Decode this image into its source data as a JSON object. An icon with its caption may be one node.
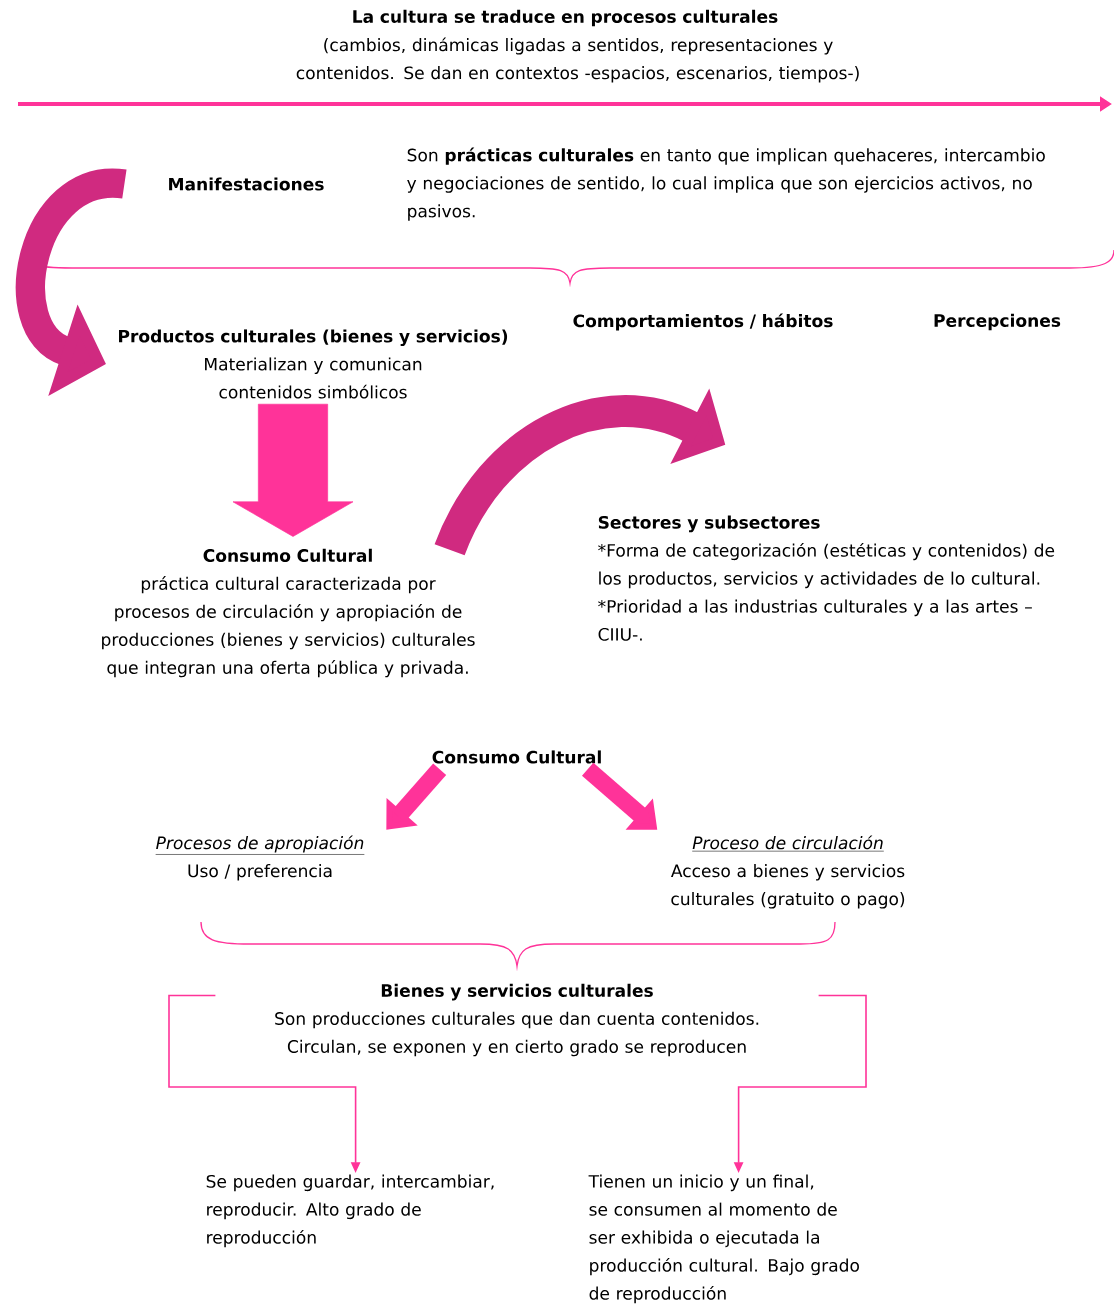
{
  "diagram": {
    "title": "La cultura se traduce en procesos culturales",
    "nodes": [
      {
        "text": [
          "Manifestaciones"
        ]
      },
      {
        "text": [
          "Son **prácticas culturales** en tanto que implican quehaceres, intercambio y negociaciones de sentido, lo cual implica que son ejercicios activos, no pasivos."
        ]
      },
      {
        "text": [
          "Productos culturales (bienes y servicios)",
          "Materializan y comunican contenidos simbólicos"
        ]
      },
      {
        "text": [
          "Comportamientos / hábitos"
        ]
      },
      {
        "text": [
          "Percepciones"
        ]
      },
      {
        "text": [
          "Consumo Cultural",
          "práctica cultural caracterizada por procesos de circulación y apropiación de producciones (bienes y servicios) culturales que integran una oferta pública y privada."
        ]
      },
      {
        "text": [
          "Sectores y subsectores",
          "*Forma de categorización (estéticas y contenidos) de los productos, servicios y actividades de lo cultural.",
          "*Prioridad a las industrias culturales y a las artes –CIIU-."
        ]
      },
      {
        "text": [
          "Consumo Cultural"
        ]
      },
      {
        "text": [
          "Procesos de apropiación",
          "Uso / preferencia"
        ]
      },
      {
        "text": [
          "Proceso de circulación",
          "Acceso a bienes y servicios culturales (gratuito o pago)"
        ]
      },
      {
        "text": [
          "Bienes y servicios culturales",
          "Son producciones culturales que dan cuenta contenidos. Circulan, se exponen y en cierto grado se reproducen"
        ]
      },
      {
        "text": [
          "Se pueden guardar, intercambiar, reproducir. Alto grado de reproducción"
        ]
      },
      {
        "text": [
          "Tienen un inicio y un final, se consumen al momento de ser exhibida o ejecutada la producción cultural. Bajo grado de reproducción"
        ]
      }
    ],
    "edges": [
      {
        "from": 0,
        "to": 2,
        "arrow": "to",
        "color": "#d02a80"
      },
      {
        "from": 2,
        "to": 5,
        "arrow": "to",
        "style": "thick"
      },
      {
        "from": 5,
        "to": 6,
        "arrow": "to",
        "style": "thick",
        "color": "#d02a80"
      },
      {
        "from": 7,
        "to": 8,
        "arrow": "to"
      },
      {
        "from": 7,
        "to": 9,
        "arrow": "to"
      },
      {
        "from": 10,
        "to": 11,
        "arrow": "to"
      },
      {
        "from": 10,
        "to": 12,
        "arrow": "to"
      }
    ],
    "labels": [
      "(cambios, dinámicas ligadas a sentidos, representaciones y contenidos. Se dan en contextos -espacios, escenarios, tiempos-)"
    ]
  }
}
